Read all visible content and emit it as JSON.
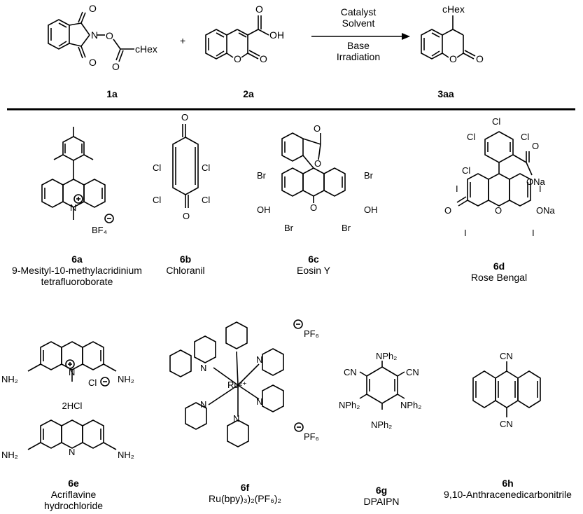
{
  "reaction": {
    "conditions_above": [
      "Catalyst",
      "Solvent"
    ],
    "conditions_below": [
      "Base",
      "Irradiation"
    ],
    "plus": "+",
    "reactant_1": "1a",
    "reactant_2": "2a",
    "product": "3aa",
    "r1_substituent": "cHex",
    "r2_acid": "OH",
    "product_substituent": "cHex"
  },
  "catalysts": [
    {
      "id": "6a",
      "name_lines": [
        "9-Mesityl-10-methylacridinium",
        "tetrafluoroborate"
      ]
    },
    {
      "id": "6b",
      "name_lines": [
        "Chloranil"
      ]
    },
    {
      "id": "6c",
      "name_lines": [
        "Eosin Y"
      ]
    },
    {
      "id": "6d",
      "name_lines": [
        "Rose Bengal"
      ]
    },
    {
      "id": "6e",
      "name_lines": [
        "Acriflavine",
        "hydrochloride"
      ]
    },
    {
      "id": "6f",
      "name_lines": [
        "Ru(bpy)₃)₂(PF₆)₂"
      ]
    },
    {
      "id": "6g",
      "name_lines": [
        "DPAIPN"
      ]
    },
    {
      "id": "6h",
      "name_lines": [
        "9,10-Anthracenedicarbonitrile"
      ]
    }
  ],
  "atoms": {
    "O": "O",
    "N": "N",
    "Cl": "Cl",
    "Br": "Br",
    "I": "I",
    "OH": "OH",
    "ONa": "ONa",
    "OR": "O",
    "NH2": "NH₂",
    "CN": "CN",
    "NPh2": "NPh₂",
    "BF4": "BF₄",
    "PF6": "PF₆",
    "Ru": "Ru²⁺",
    "Cl_anion": "Cl",
    "HCl": "2HCl"
  },
  "colors": {
    "ink": "#000000",
    "background": "#ffffff"
  }
}
